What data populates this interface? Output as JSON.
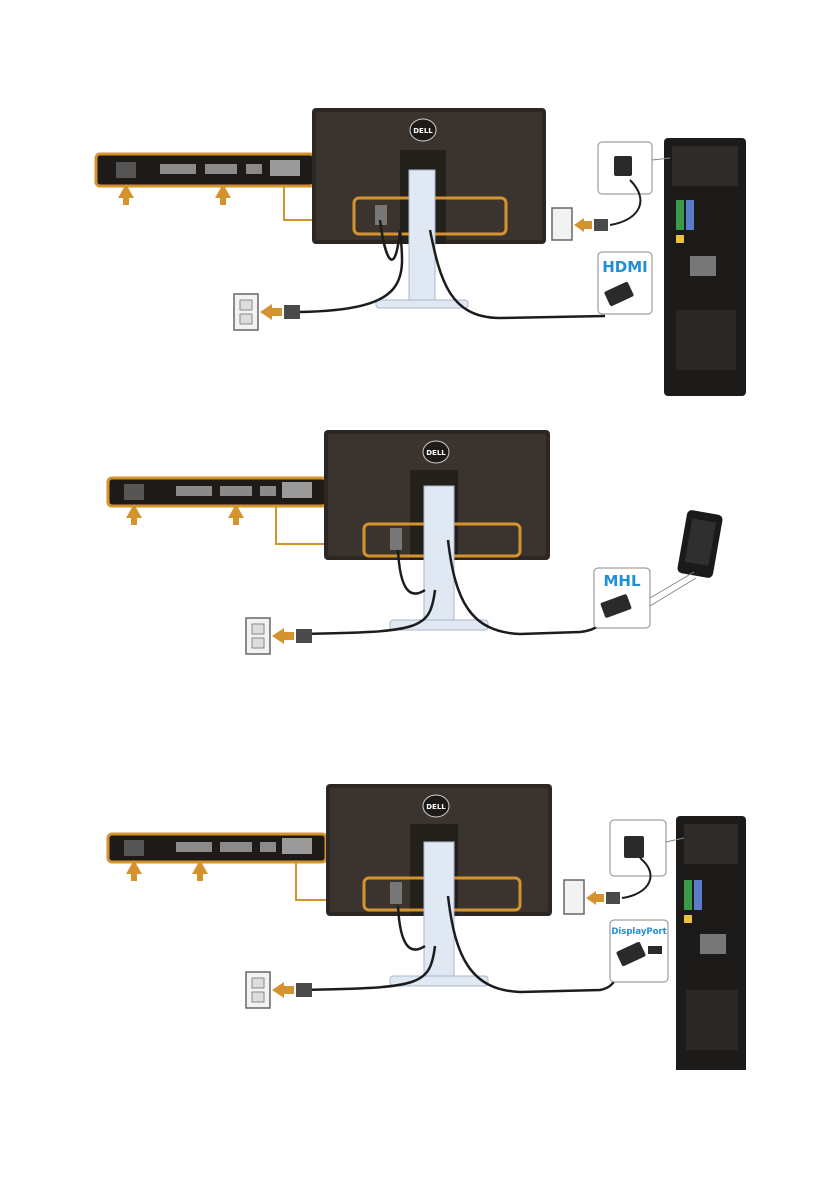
{
  "diagrams": [
    {
      "name": "HDMI connection",
      "monitor_logo": "DELL",
      "connection_label": "HDMI",
      "source_device": "desktop-computer"
    },
    {
      "name": "MHL connection",
      "monitor_logo": "DELL",
      "connection_label": "MHL",
      "source_device": "mobile-device"
    },
    {
      "name": "DisplayPort connection",
      "monitor_logo": "DELL",
      "connection_label": "DisplayPort",
      "source_device": "desktop-computer"
    }
  ],
  "colors": {
    "accent_orange": "#d4932f",
    "monitor_body": "#2c2722",
    "stand": "#dfe8f3",
    "cable": "#1c1c1c",
    "label_blue": "#1f8fd6"
  }
}
